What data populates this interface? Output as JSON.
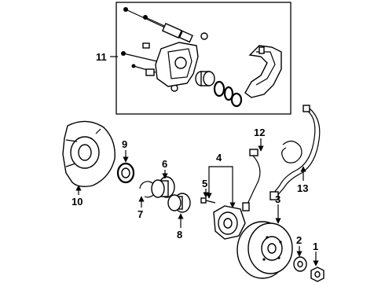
{
  "diagram": {
    "labels": [
      "1",
      "2",
      "3",
      "4",
      "5",
      "6",
      "7",
      "8",
      "9",
      "10",
      "11",
      "12",
      "13"
    ],
    "callouts": {
      "c1": "1",
      "c2": "2",
      "c3": "3",
      "c4": "4",
      "c5": "5",
      "c6": "6",
      "c7": "7",
      "c8": "8",
      "c9": "9",
      "c10": "10",
      "c11": "11",
      "c12": "12",
      "c13": "13"
    }
  }
}
